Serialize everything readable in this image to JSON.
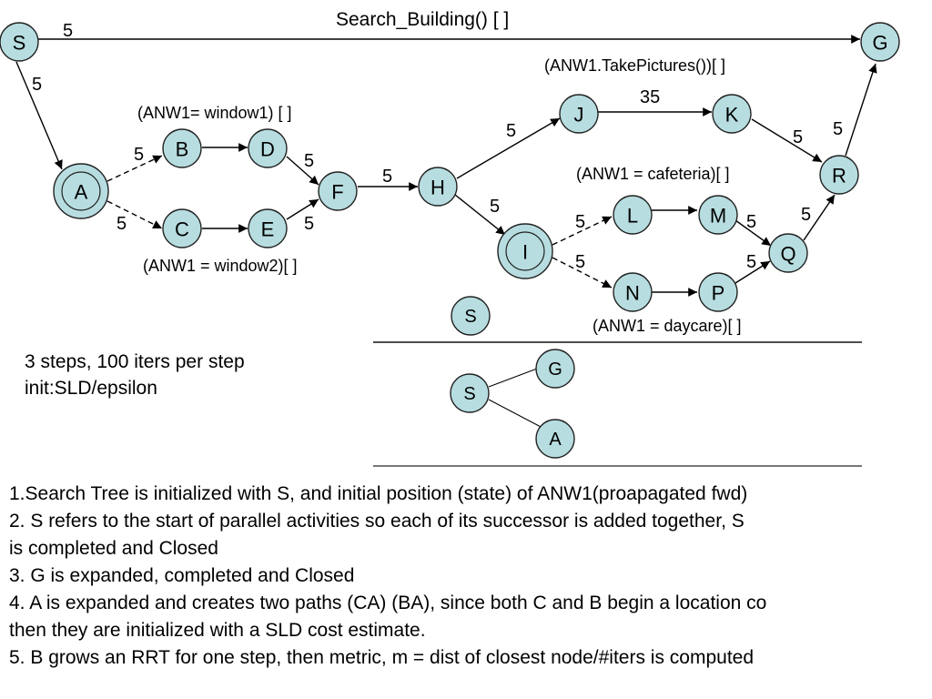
{
  "diagram": {
    "title_edge_label": "Search_Building() [ ]",
    "annotations": {
      "take_pictures": "(ANW1.TakePictures())[ ]",
      "window1": "(ANW1= window1) [ ]",
      "window2": "(ANW1 = window2)[ ]",
      "cafeteria": "(ANW1 = cafeteria)[ ]",
      "daycare": "(ANW1 = daycare)[ ]"
    },
    "nodes": [
      {
        "id": "S",
        "label": "S",
        "double": false
      },
      {
        "id": "G",
        "label": "G",
        "double": false
      },
      {
        "id": "A",
        "label": "A",
        "double": true
      },
      {
        "id": "B",
        "label": "B",
        "double": false
      },
      {
        "id": "C",
        "label": "C",
        "double": false
      },
      {
        "id": "D",
        "label": "D",
        "double": false
      },
      {
        "id": "E",
        "label": "E",
        "double": false
      },
      {
        "id": "F",
        "label": "F",
        "double": false
      },
      {
        "id": "H",
        "label": "H",
        "double": false
      },
      {
        "id": "I",
        "label": "I",
        "double": true
      },
      {
        "id": "J",
        "label": "J",
        "double": false
      },
      {
        "id": "K",
        "label": "K",
        "double": false
      },
      {
        "id": "L",
        "label": "L",
        "double": false
      },
      {
        "id": "M",
        "label": "M",
        "double": false
      },
      {
        "id": "N",
        "label": "N",
        "double": false
      },
      {
        "id": "P",
        "label": "P",
        "double": false
      },
      {
        "id": "Q",
        "label": "Q",
        "double": false
      },
      {
        "id": "R",
        "label": "R",
        "double": false
      }
    ],
    "edges": [
      {
        "from": "S",
        "to": "G",
        "weight": "5",
        "dashed": false
      },
      {
        "from": "S",
        "to": "A",
        "weight": "5",
        "dashed": false
      },
      {
        "from": "A",
        "to": "B",
        "weight": "5",
        "dashed": true
      },
      {
        "from": "A",
        "to": "C",
        "weight": "5",
        "dashed": true
      },
      {
        "from": "B",
        "to": "D",
        "weight": "",
        "dashed": false
      },
      {
        "from": "C",
        "to": "E",
        "weight": "",
        "dashed": false
      },
      {
        "from": "D",
        "to": "F",
        "weight": "5",
        "dashed": false
      },
      {
        "from": "E",
        "to": "F",
        "weight": "5",
        "dashed": false
      },
      {
        "from": "F",
        "to": "H",
        "weight": "5",
        "dashed": false
      },
      {
        "from": "H",
        "to": "J",
        "weight": "5",
        "dashed": false
      },
      {
        "from": "H",
        "to": "I",
        "weight": "5",
        "dashed": false
      },
      {
        "from": "J",
        "to": "K",
        "weight": "35",
        "dashed": false
      },
      {
        "from": "K",
        "to": "R",
        "weight": "5",
        "dashed": false
      },
      {
        "from": "I",
        "to": "L",
        "weight": "5",
        "dashed": true
      },
      {
        "from": "I",
        "to": "N",
        "weight": "5",
        "dashed": true
      },
      {
        "from": "L",
        "to": "M",
        "weight": "",
        "dashed": false
      },
      {
        "from": "N",
        "to": "P",
        "weight": "",
        "dashed": false
      },
      {
        "from": "M",
        "to": "Q",
        "weight": "5",
        "dashed": false
      },
      {
        "from": "P",
        "to": "Q",
        "weight": "5",
        "dashed": false
      },
      {
        "from": "Q",
        "to": "R",
        "weight": "5",
        "dashed": false
      },
      {
        "from": "R",
        "to": "G",
        "weight": "5",
        "dashed": false
      }
    ]
  },
  "search_tree": {
    "step1": {
      "nodes": [
        "S"
      ]
    },
    "step2": {
      "nodes": [
        "S",
        "G",
        "A"
      ],
      "edges": [
        [
          "S",
          "G"
        ],
        [
          "S",
          "A"
        ]
      ]
    }
  },
  "params": {
    "line1": "3 steps, 100 iters per step",
    "line2": "init:SLD/epsilon"
  },
  "notes": [
    "1.Search Tree is initialized with S, and initial position (state) of ANW1(proapagated fwd)",
    "2. S refers to the start of parallel activities so each of its successor is added together, S",
    "is completed and Closed",
    "3. G is expanded, completed and Closed",
    "4. A is expanded and creates two paths (CA) (BA), since both C and B begin a location co",
    "then they are initialized with a SLD cost estimate.",
    "5. B grows an RRT for one step, then metric, m = dist of closest node/#iters is computed"
  ]
}
